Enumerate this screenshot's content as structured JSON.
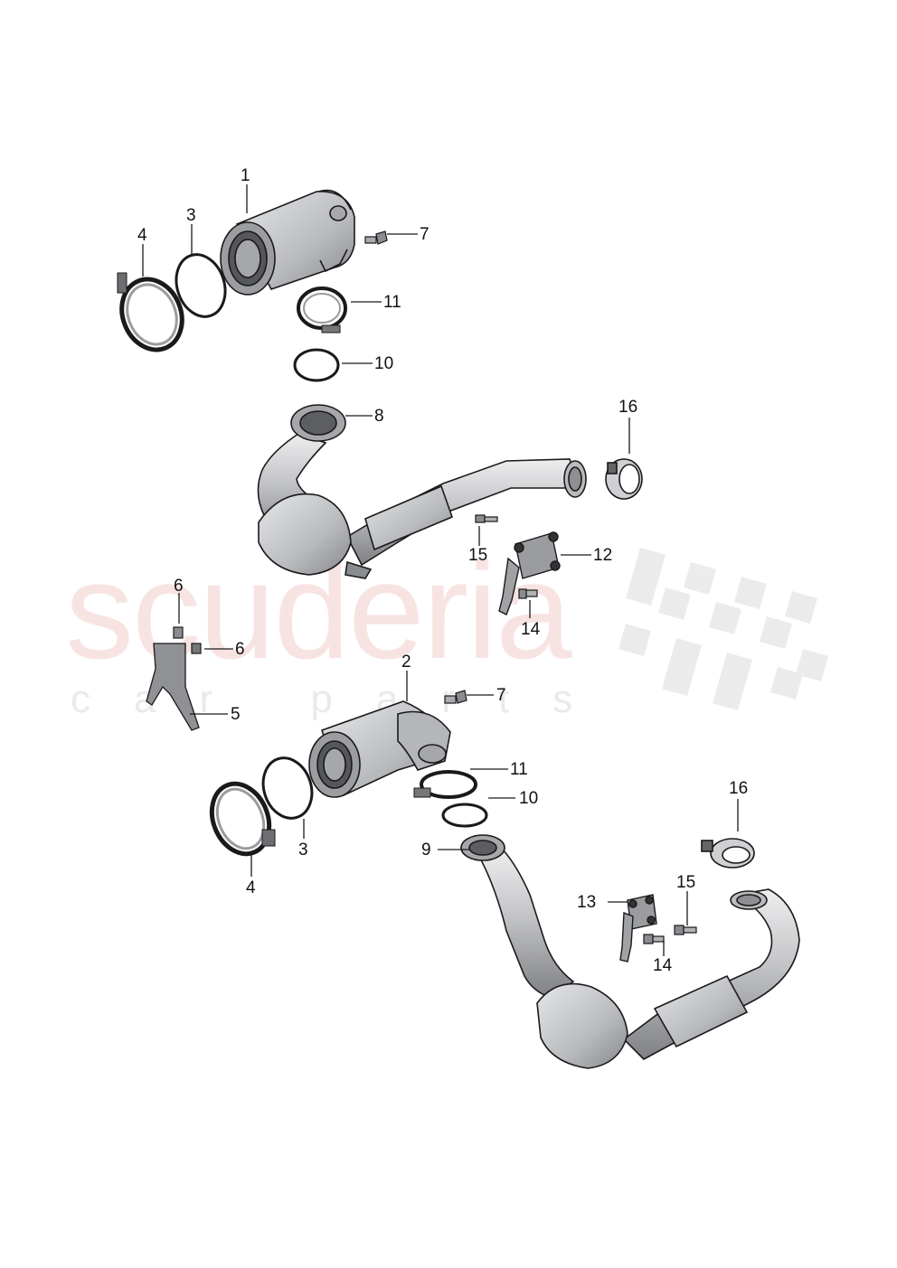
{
  "watermark": {
    "brand": "scuderia",
    "sub": "car parts"
  },
  "labels": {
    "l1": "1",
    "l2": "2",
    "l3a": "3",
    "l3b": "3",
    "l4a": "4",
    "l4b": "4",
    "l5": "5",
    "l6a": "6",
    "l6b": "6",
    "l7a": "7",
    "l7b": "7",
    "l8": "8",
    "l9": "9",
    "l10a": "10",
    "l10b": "10",
    "l11a": "11",
    "l11b": "11",
    "l12": "12",
    "l13": "13",
    "l14a": "14",
    "l14b": "14",
    "l15a": "15",
    "l15b": "15",
    "l16a": "16",
    "l16b": "16"
  },
  "colors": {
    "metal": "#c8c9cc",
    "metal_dark": "#7a7c80",
    "outline": "#1a1a1a",
    "bracket": "#8a8c90",
    "watermark_red": "#ebaaaa"
  }
}
